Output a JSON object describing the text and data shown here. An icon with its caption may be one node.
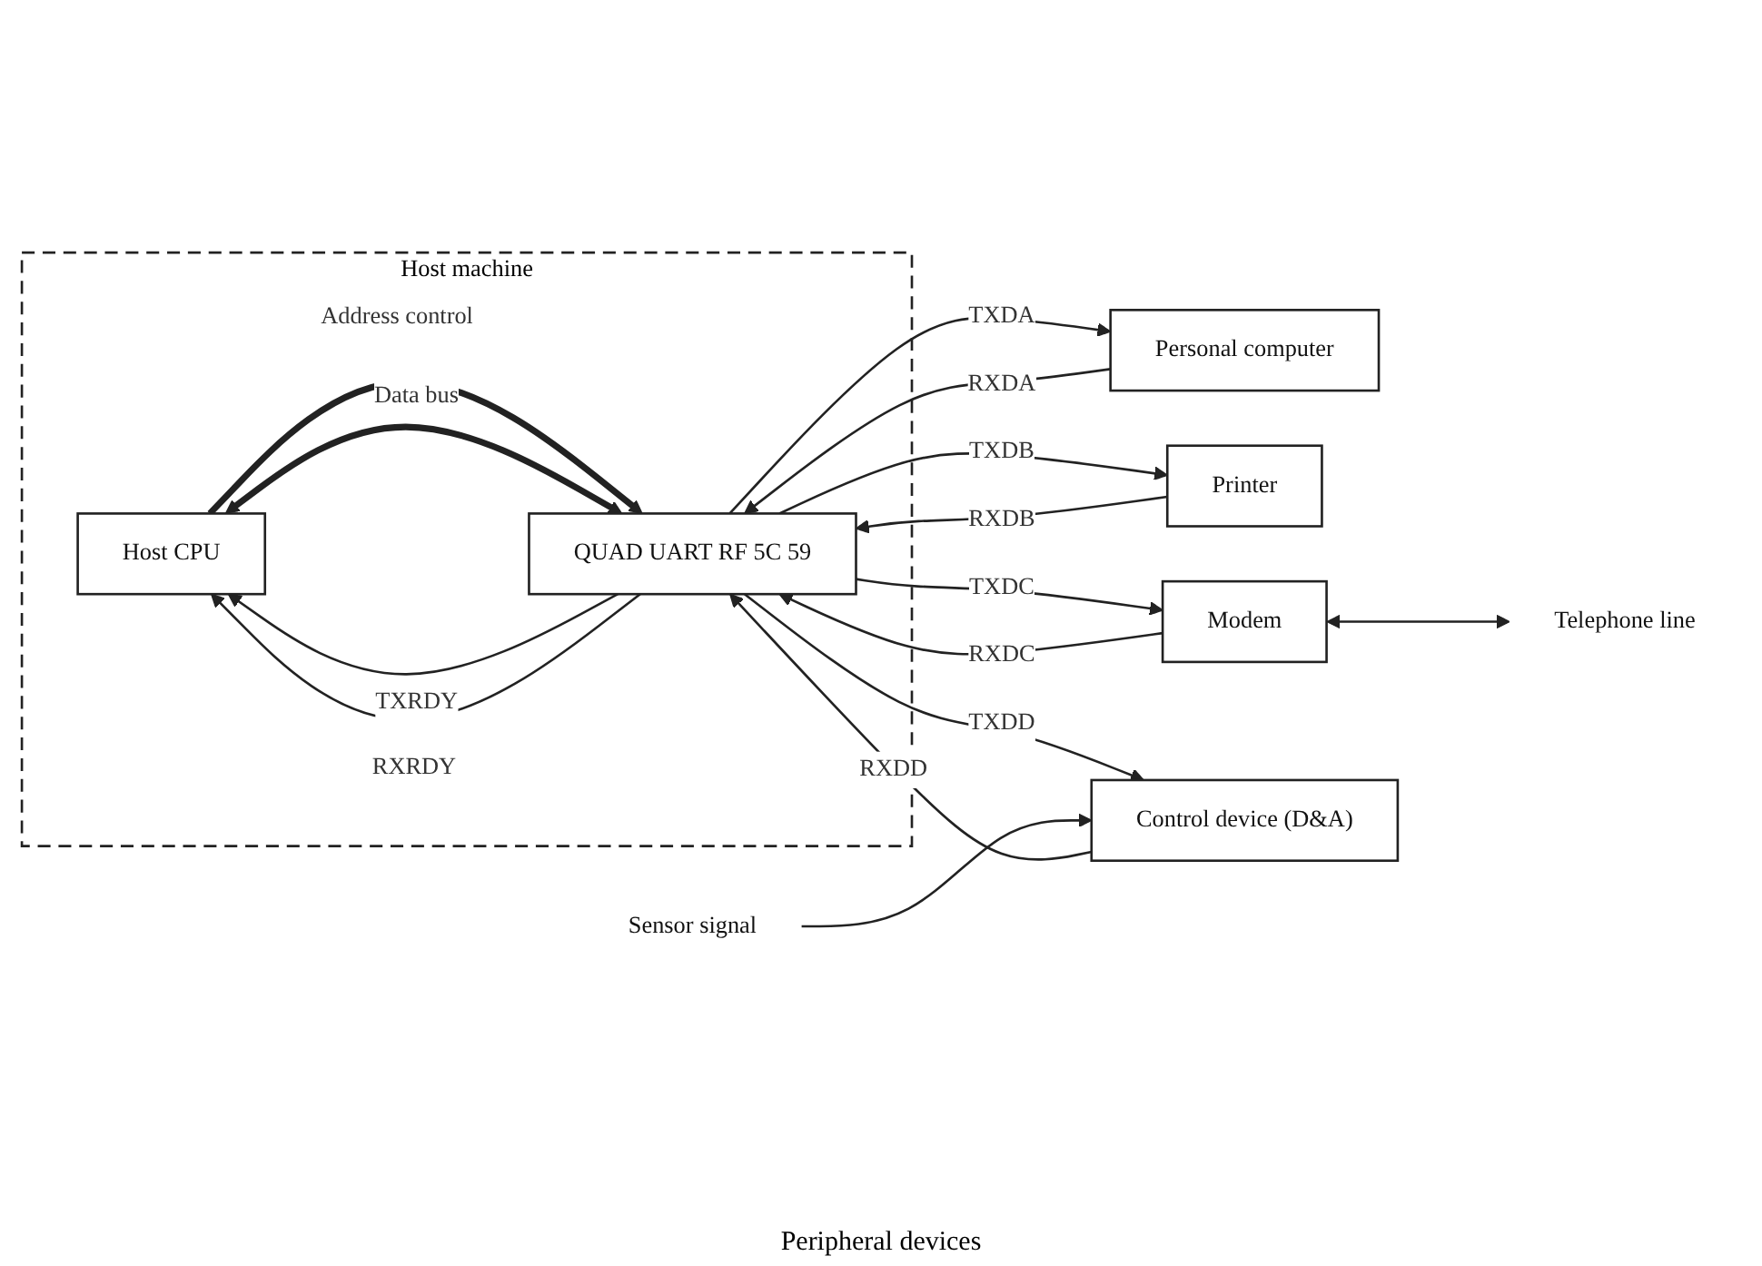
{
  "diagram": {
    "nodes": [
      {
        "text": [
          "Host machine"
        ]
      },
      {
        "text": [
          "Host CPU"
        ],
        "in": 0
      },
      {
        "text": [
          "QUAD UART RF 5C 59"
        ],
        "in": 0
      },
      {
        "text": [
          "Personal computer"
        ]
      },
      {
        "text": [
          "Printer"
        ]
      },
      {
        "text": [
          "Modem"
        ]
      },
      {
        "text": [
          "Control device (D&A)"
        ]
      },
      {
        "text": [
          "Telephone line"
        ]
      },
      {
        "text": [
          "Sensor signal"
        ]
      }
    ],
    "edges": [
      {
        "from": 2,
        "to": 1,
        "arrow": "to",
        "label": "TXRDY"
      },
      {
        "from": 2,
        "to": 1,
        "arrow": "to",
        "label": "RXRDY"
      },
      {
        "from": 1,
        "to": 2,
        "arrow": "to",
        "label": "Address control",
        "style": "thick"
      },
      {
        "from": 1,
        "to": 2,
        "arrow": "both",
        "label": "Data bus",
        "style": "thick"
      },
      {
        "from": 2,
        "to": 3,
        "arrow": "to",
        "label": "TXDA"
      },
      {
        "from": 3,
        "to": 2,
        "arrow": "to",
        "label": "RXDA"
      },
      {
        "from": 2,
        "to": 4,
        "arrow": "to",
        "label": "TXDB"
      },
      {
        "from": 4,
        "to": 2,
        "arrow": "to",
        "label": "RXDB"
      },
      {
        "from": 2,
        "to": 5,
        "arrow": "to",
        "label": "TXDC"
      },
      {
        "from": 5,
        "to": 2,
        "arrow": "to",
        "label": "RXDC"
      },
      {
        "from": 2,
        "to": 6,
        "arrow": "to",
        "label": "TXDD"
      },
      {
        "from": 6,
        "to": 2,
        "arrow": "to",
        "label": "RXDD"
      },
      {
        "from": 5,
        "to": 7,
        "arrow": "both"
      },
      {
        "from": 8,
        "to": 6,
        "arrow": "to"
      }
    ],
    "labels": [
      "Peripheral devices"
    ]
  }
}
